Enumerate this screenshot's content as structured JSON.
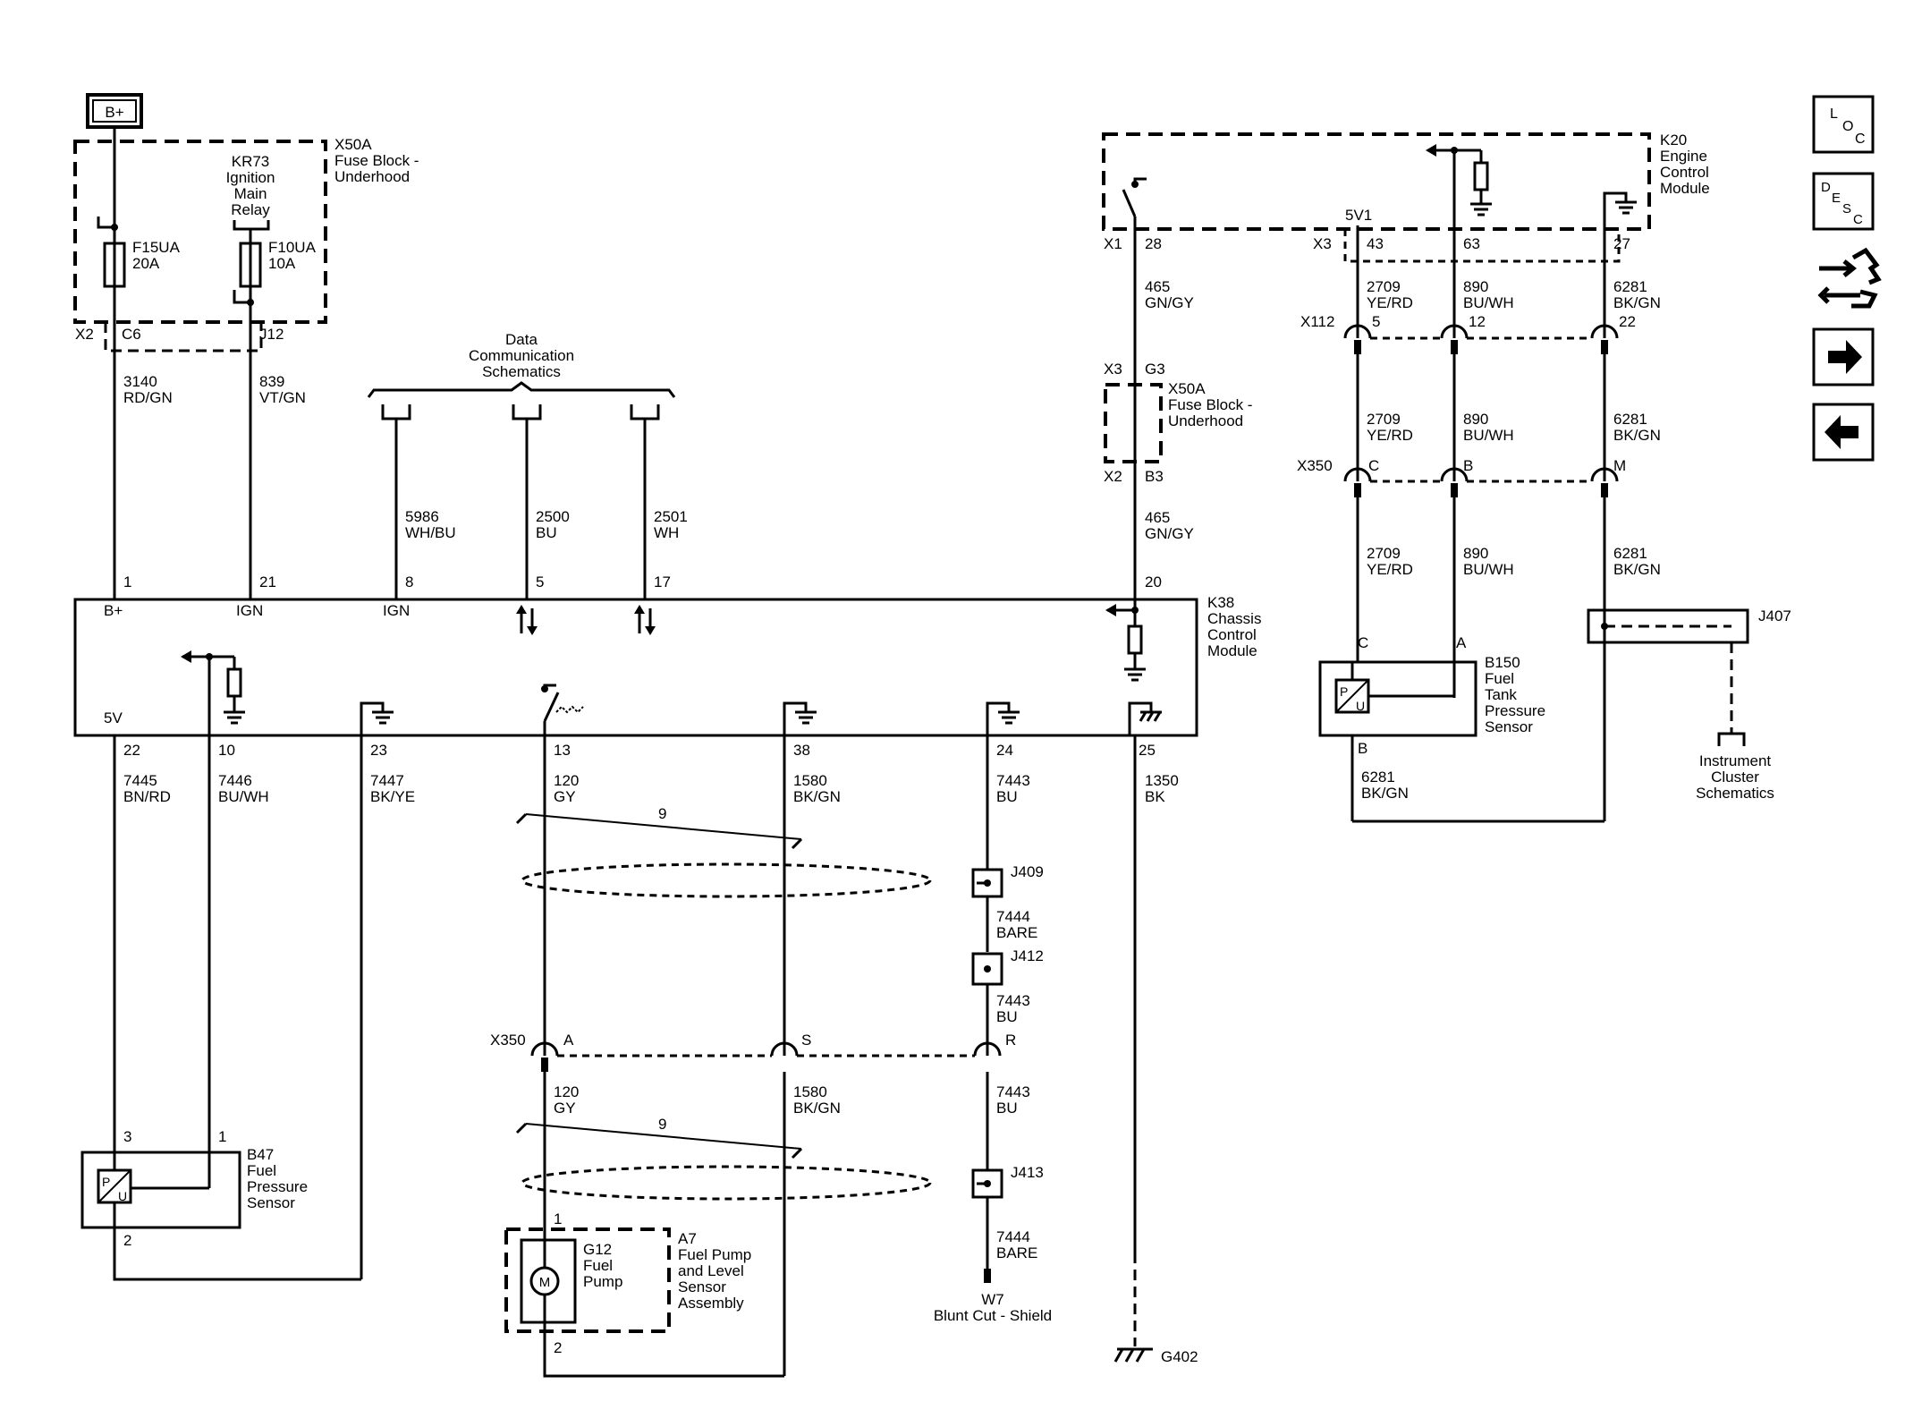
{
  "battery": {
    "label": "B+"
  },
  "x50a_top": {
    "name": "X50A",
    "desc": [
      "Fuse Block -",
      "Underhood"
    ]
  },
  "kr73": {
    "name": "KR73",
    "desc": [
      "Ignition",
      "Main",
      "Relay"
    ]
  },
  "f15ua": {
    "name": "F15UA",
    "rating": "20A"
  },
  "f10ua": {
    "name": "F10UA",
    "rating": "10A"
  },
  "conn_x2_top": {
    "name": "X2",
    "pin_c6": "C6",
    "pin_j12": "J12"
  },
  "wire_3140": {
    "num": "3140",
    "color": "RD/GN"
  },
  "wire_839": {
    "num": "839",
    "color": "VT/GN"
  },
  "data_comm": {
    "lines": [
      "Data",
      "Communication",
      "Schematics"
    ]
  },
  "wire_5986": {
    "num": "5986",
    "color": "WH/BU"
  },
  "wire_2500": {
    "num": "2500",
    "color": "BU"
  },
  "wire_2501": {
    "num": "2501",
    "color": "WH"
  },
  "k38": {
    "name": "K38",
    "desc": [
      "Chassis",
      "Control",
      "Module"
    ],
    "top_pins": [
      "1",
      "21",
      "8",
      "5",
      "17",
      "20"
    ],
    "top_labels": [
      "B+",
      "IGN",
      "IGN"
    ],
    "bottom_pins": [
      "22",
      "10",
      "23",
      "13",
      "38",
      "24",
      "25"
    ],
    "label_5v": "5V"
  },
  "k20": {
    "name": "K20",
    "desc": [
      "Engine",
      "Control",
      "Module"
    ],
    "label_5v1": "5V1",
    "conn_x1": "X1",
    "pin_28": "28",
    "conn_x3": "X3",
    "pins": [
      "43",
      "63",
      "27"
    ]
  },
  "wire_465": {
    "num": "465",
    "color": "GN/GY"
  },
  "x50a_mid": {
    "name": "X50A",
    "desc": [
      "Fuse Block -",
      "Underhood"
    ],
    "conn_x3": "X3",
    "pin_g3": "G3",
    "conn_x2": "X2",
    "pin_b3": "B3"
  },
  "wire_2709": {
    "num": "2709",
    "color": "YE/RD"
  },
  "wire_890": {
    "num": "890",
    "color": "BU/WH"
  },
  "wire_6281": {
    "num": "6281",
    "color": "BK/GN"
  },
  "x112": {
    "name": "X112",
    "pins": [
      "5",
      "12",
      "22"
    ]
  },
  "x350_right": {
    "name": "X350",
    "pins": [
      "C",
      "B",
      "M"
    ]
  },
  "b150": {
    "name": "B150",
    "desc": [
      "Fuel",
      "Tank",
      "Pressure",
      "Sensor"
    ],
    "pin_c": "C",
    "pin_a": "A",
    "pin_b": "B",
    "sensor_p": "P",
    "sensor_u": "U"
  },
  "j407": {
    "name": "J407"
  },
  "instrument_cluster": {
    "lines": [
      "Instrument",
      "Cluster",
      "Schematics"
    ]
  },
  "wire_7445": {
    "num": "7445",
    "color": "BN/RD"
  },
  "wire_7446": {
    "num": "7446",
    "color": "BU/WH"
  },
  "wire_7447": {
    "num": "7447",
    "color": "BK/YE"
  },
  "wire_120": {
    "num": "120",
    "color": "GY"
  },
  "wire_1580": {
    "num": "1580",
    "color": "BK/GN"
  },
  "wire_7443": {
    "num": "7443",
    "color": "BU"
  },
  "wire_1350": {
    "num": "1350",
    "color": "BK"
  },
  "twist_label": "9",
  "j409": {
    "name": "J409"
  },
  "j412": {
    "name": "J412"
  },
  "j413": {
    "name": "J413"
  },
  "wire_7444": {
    "num": "7444",
    "color": "BARE"
  },
  "x350_bottom": {
    "name": "X350",
    "pins": [
      "A",
      "S",
      "R"
    ]
  },
  "b47": {
    "name": "B47",
    "desc": [
      "Fuel",
      "Pressure",
      "Sensor"
    ],
    "pin_3": "3",
    "pin_1": "1",
    "pin_2": "2",
    "sensor_p": "P",
    "sensor_u": "U"
  },
  "a7": {
    "name": "A7",
    "desc": [
      "Fuel Pump",
      "and Level",
      "Sensor",
      "Assembly"
    ]
  },
  "g12": {
    "name": "G12",
    "desc": [
      "Fuel",
      "Pump"
    ],
    "pin_1": "1",
    "pin_2": "2",
    "motor": "M"
  },
  "w7": {
    "name": "W7",
    "desc": "Blunt Cut - Shield"
  },
  "g402": {
    "name": "G402"
  },
  "nav": {
    "loc": [
      "L",
      "O",
      "C"
    ],
    "desc": [
      "D",
      "E",
      "S",
      "C"
    ],
    "icons": [
      "connector-end-view-icon",
      "forward-arrow-icon",
      "back-arrow-icon"
    ]
  }
}
